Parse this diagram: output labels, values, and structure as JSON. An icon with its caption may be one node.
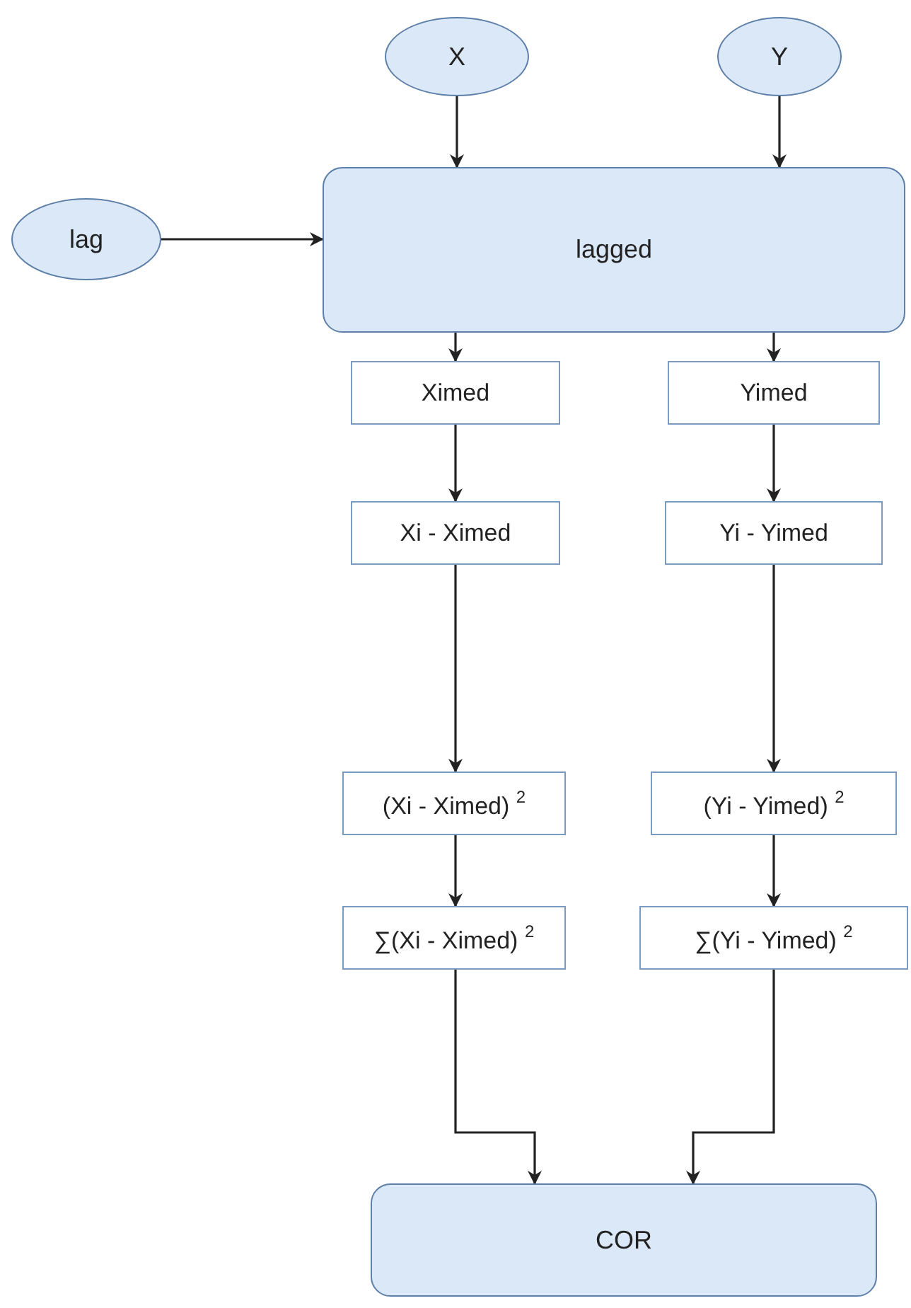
{
  "diagram": {
    "nodes": [
      {
        "text": [
          "X"
        ]
      },
      {
        "text": [
          "Y"
        ]
      },
      {
        "text": [
          "lag"
        ]
      },
      {
        "text": [
          "lagged"
        ]
      },
      {
        "text": [
          "Ximed"
        ]
      },
      {
        "text": [
          "Yimed"
        ]
      },
      {
        "text": [
          "Xi - Ximed"
        ]
      },
      {
        "text": [
          "Yi - Yimed"
        ]
      },
      {
        "text": [
          "(Xi - Ximed) $^{2}$"
        ]
      },
      {
        "text": [
          "(Yi - Yimed) $^{2}$"
        ]
      },
      {
        "text": [
          "∑(Xi - Ximed) $^{2}$"
        ]
      },
      {
        "text": [
          "∑(Yi - Yimed) $^{2}$"
        ]
      },
      {
        "text": [
          "COR"
        ]
      }
    ],
    "edges": [
      {
        "from": 0,
        "to": 3,
        "arrow": "to"
      },
      {
        "from": 1,
        "to": 3,
        "arrow": "to"
      },
      {
        "from": 2,
        "to": 3,
        "arrow": "to"
      },
      {
        "from": 3,
        "to": 4,
        "arrow": "to"
      },
      {
        "from": 3,
        "to": 5,
        "arrow": "to"
      },
      {
        "from": 4,
        "to": 6,
        "arrow": "to"
      },
      {
        "from": 5,
        "to": 7,
        "arrow": "to"
      },
      {
        "from": 6,
        "to": 8,
        "arrow": "to"
      },
      {
        "from": 7,
        "to": 9,
        "arrow": "to"
      },
      {
        "from": 8,
        "to": 10,
        "arrow": "to"
      },
      {
        "from": 9,
        "to": 11,
        "arrow": "to"
      },
      {
        "from": 10,
        "to": 12,
        "arrow": "to"
      },
      {
        "from": 11,
        "to": 12,
        "arrow": "to"
      }
    ]
  }
}
